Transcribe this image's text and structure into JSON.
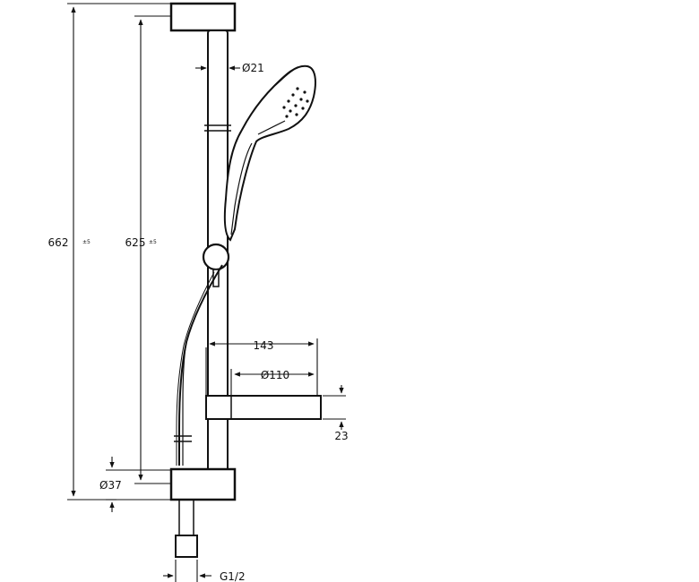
{
  "dimensions": {
    "overall_height": "662",
    "overall_height_tol": "±5",
    "rail_height": "625",
    "rail_height_tol": "±5",
    "rail_diameter": "Ø21",
    "wall_bracket_diameter": "Ø37",
    "shelf_projection": "143",
    "shelf_diameter": "Ø110",
    "shelf_thickness": "23",
    "thread": "G1/2"
  },
  "colors": {
    "line": "#111111",
    "background": "#ffffff"
  }
}
